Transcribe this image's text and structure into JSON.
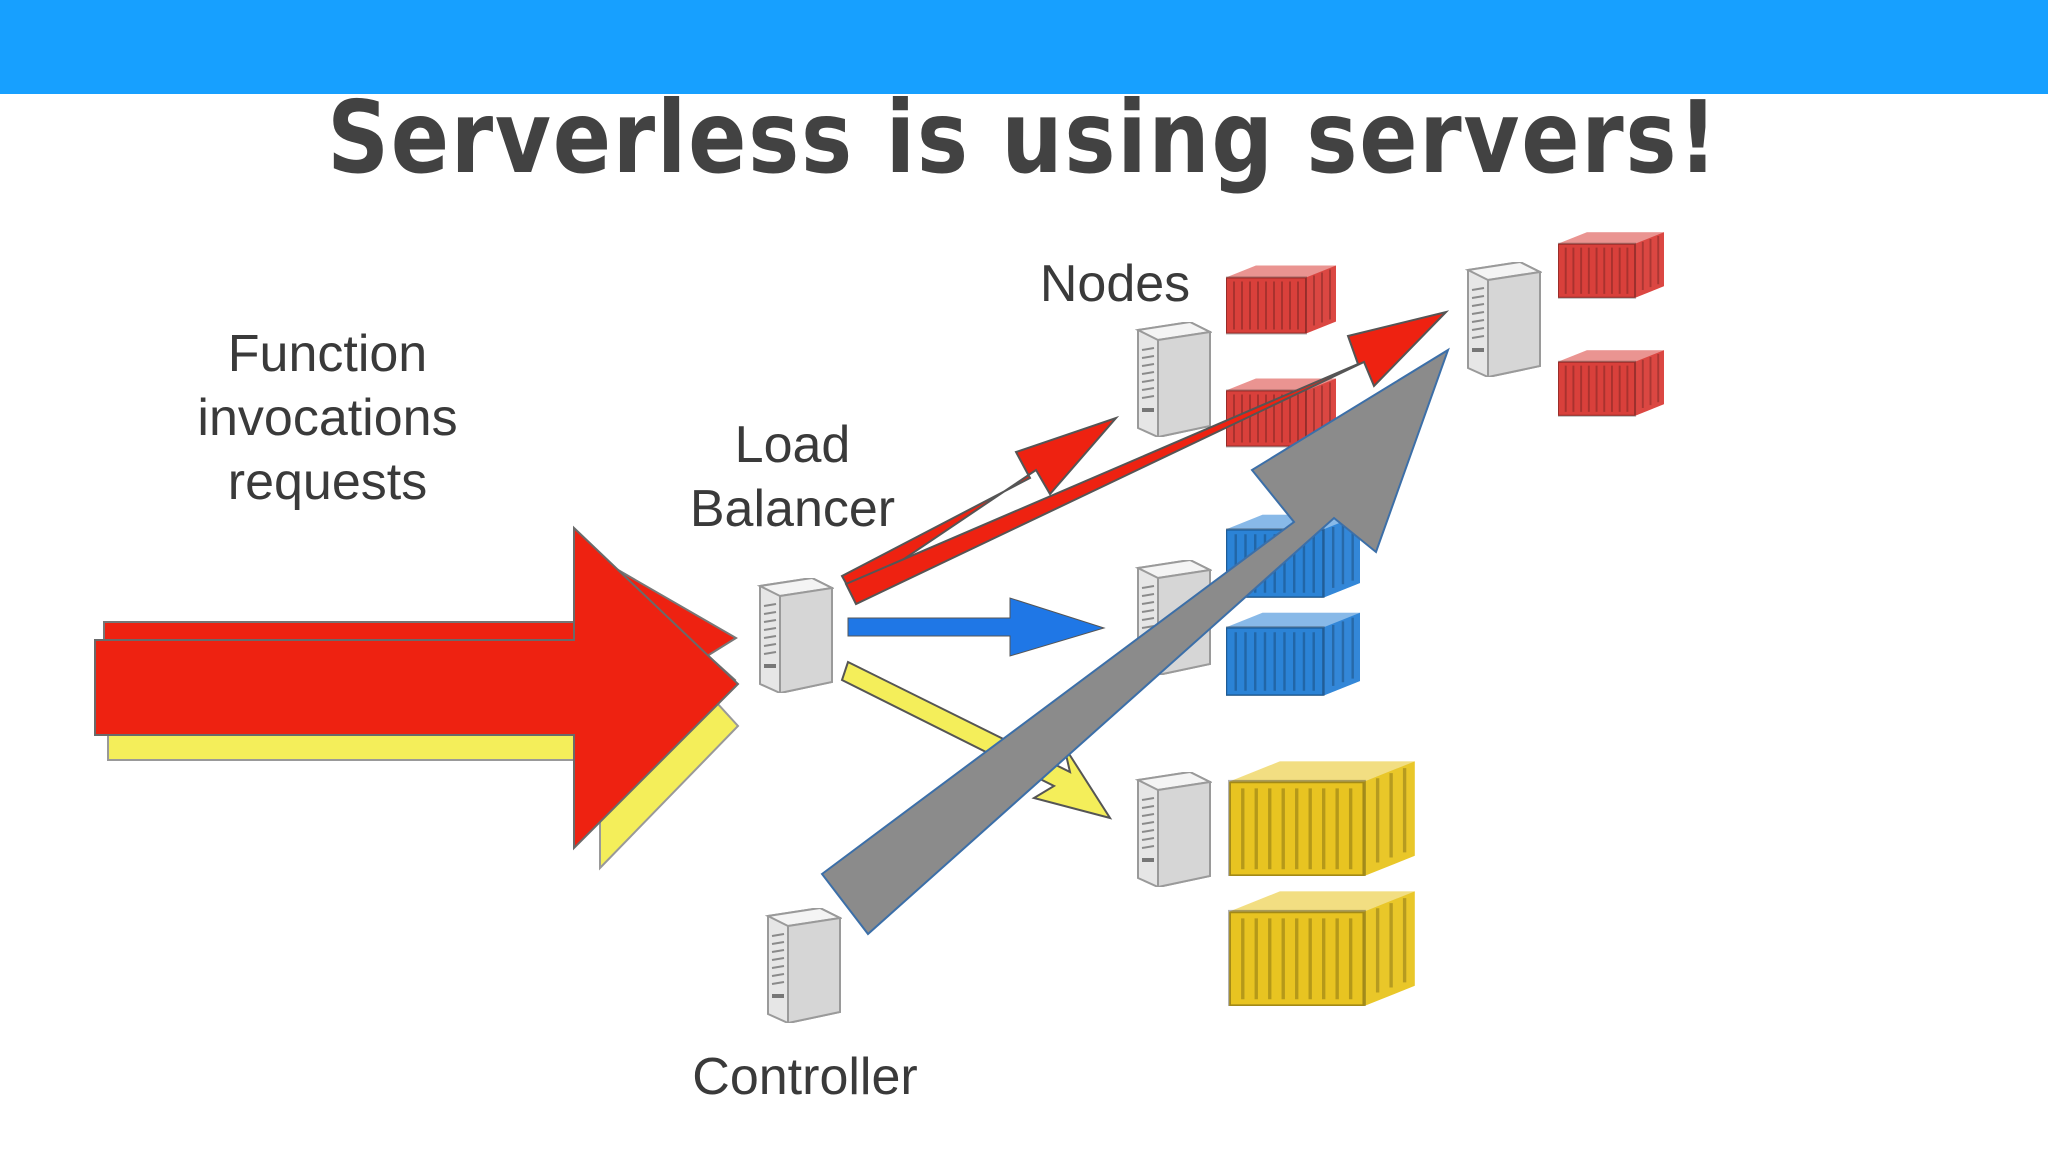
{
  "slide": {
    "title": "Serverless is using servers!",
    "accent_color": "#17a0ff",
    "title_color": "#424242"
  },
  "labels": {
    "function_line1": "Function",
    "function_line2": "invocations",
    "function_line3": "requests",
    "lb_line1": "Load",
    "lb_line2": "Balancer",
    "nodes": "Nodes",
    "controller": "Controller"
  },
  "icons": {
    "server": "server-icon",
    "container": "shipping-container-icon",
    "arrow": "arrow-icon"
  },
  "colors": {
    "red": "#ee2211",
    "blue": "#1f77e6",
    "yellow": "#f4ee5a",
    "gray": "#8b8b8b",
    "container_red": "#d9403b",
    "container_blue": "#2b83d6",
    "container_yellow": "#e8c421"
  }
}
